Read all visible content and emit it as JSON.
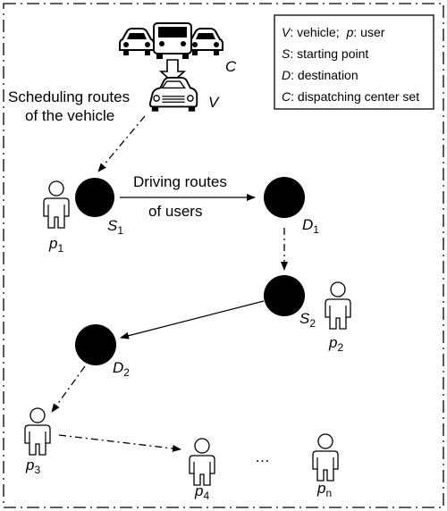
{
  "legend": {
    "rows": [
      {
        "sym": "V",
        "desc": ": vehicle;",
        "sym2": "p",
        "desc2": ": user"
      },
      {
        "sym": "S",
        "desc": ": starting point"
      },
      {
        "sym": "D",
        "desc": ": destination"
      },
      {
        "sym": "C",
        "desc": ": dispatching center set"
      }
    ]
  },
  "labels": {
    "center": "C",
    "vehicle": "V",
    "scheduling_line1": "Scheduling routes",
    "scheduling_line2": "of the vehicle",
    "driving_line1": "Driving routes",
    "driving_line2": "of users",
    "ellipsis": "…"
  },
  "nodes": {
    "s1": {
      "letter": "S",
      "sub": "1"
    },
    "d1": {
      "letter": "D",
      "sub": "1"
    },
    "s2": {
      "letter": "S",
      "sub": "2"
    },
    "d2": {
      "letter": "D",
      "sub": "2"
    }
  },
  "users": {
    "p1": {
      "letter": "p",
      "sub": "1"
    },
    "p2": {
      "letter": "p",
      "sub": "2"
    },
    "p3": {
      "letter": "p",
      "sub": "3"
    },
    "p4": {
      "letter": "p",
      "sub": "4"
    },
    "pn": {
      "letter": "p",
      "sub": "n"
    }
  },
  "colors": {
    "node": "#000000",
    "line": "#000000",
    "background": "#ffffff"
  }
}
